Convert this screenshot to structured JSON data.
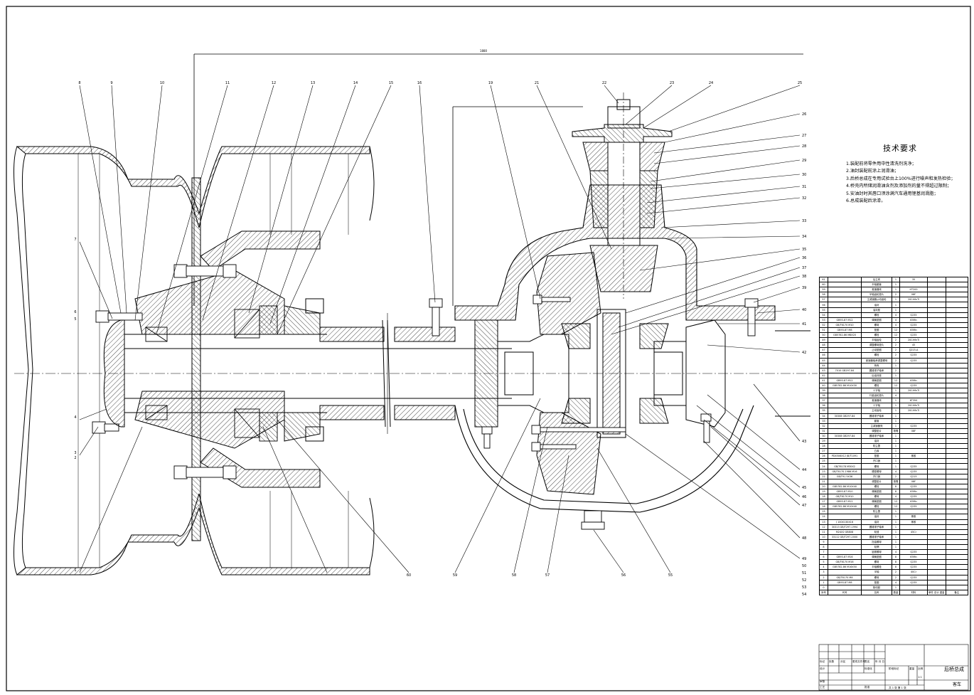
{
  "title_block": {
    "drawing_name": "后桥总成",
    "company": "客车",
    "header_fields": [
      "标记",
      "处数",
      "分区",
      "更改文件号",
      "签名",
      "年 月 日"
    ],
    "row_labels": [
      "设计",
      "审核",
      "工艺"
    ],
    "mid_labels": [
      "标准化",
      "批准"
    ],
    "stage_labels": [
      "阶段标记",
      "重量",
      "比例"
    ],
    "scale": "1:1",
    "sheets": "共 1 张  第 1 张"
  },
  "tech_requirements": {
    "title": "技术要求",
    "items": [
      "1.装配前将零件用中性清洗剂洗净；",
      "2.油封装配前涂上润滑油；",
      "3.后桥总成在专用试验台上100%进行噪声和发热检验；",
      "4.桥壳内所储润滑油含剂及添加剂的量不得超过限制；",
      "5.安油封时其唇口须涂满汽车通用锂基润滑脂；",
      "6.总成装配后涂漆。"
    ]
  },
  "bom": {
    "header": [
      "序号",
      "代号",
      "名称",
      "数量",
      "材料",
      "单件 总计 重量",
      "备注"
    ],
    "rows": [
      [
        "61",
        "",
        "后主壳",
        "1",
        "35",
        ""
      ],
      [
        "60",
        "",
        "半轴套管",
        "1",
        "",
        ""
      ],
      [
        "59",
        "",
        "差速器壳",
        "1",
        "HT200",
        ""
      ],
      [
        "58",
        "",
        "半轴齿轮垫片",
        "2",
        "08F",
        ""
      ],
      [
        "57",
        "",
        "主减速器从动齿轮",
        "1",
        "20CrMnTi",
        ""
      ],
      [
        "56",
        "",
        "油封",
        "1",
        "",
        ""
      ],
      [
        "55",
        "",
        "油封座",
        "1",
        "",
        ""
      ],
      [
        "54",
        "",
        "螺栓",
        "4",
        "Q235",
        ""
      ],
      [
        "53",
        "GB93-87 M12",
        "弹簧垫圈",
        "4",
        "65Mn",
        ""
      ],
      [
        "52",
        "GB/T6170 M10",
        "螺母",
        "4",
        "Q235",
        ""
      ],
      [
        "51",
        "GB93-87 M8",
        "垫圈",
        "12",
        "65Mn",
        ""
      ],
      [
        "50",
        "GB5782-86 M8X20",
        "螺栓",
        "12",
        "Q235",
        ""
      ],
      [
        "49",
        "",
        "半轴齿轮",
        "2",
        "20CrMnTi",
        ""
      ],
      [
        "48",
        "",
        "调整螺母垫片",
        "2",
        "45",
        ""
      ],
      [
        "47",
        "",
        "止动垫圈",
        "2",
        "Q215-A",
        ""
      ],
      [
        "46",
        "",
        "螺栓",
        "2",
        "Q235",
        ""
      ],
      [
        "45",
        "",
        "差速器轴承调整螺母",
        "2",
        "Q235",
        ""
      ],
      [
        "44",
        "",
        "桥壳",
        "1",
        "",
        ""
      ],
      [
        "43",
        "7010 GB297-84",
        "圆锥滚子轴承",
        "2",
        "",
        ""
      ],
      [
        "42",
        "",
        "后油封座",
        "1",
        "",
        ""
      ],
      [
        "41",
        "GB93-87 M12",
        "弹簧垫圈",
        "12",
        "65Mn",
        ""
      ],
      [
        "40",
        "GB5782-86 M10X30",
        "螺栓",
        "12",
        "Q235",
        ""
      ],
      [
        "39",
        "",
        "十字轴",
        "1",
        "20CrMnTi",
        ""
      ],
      [
        "38",
        "",
        "行星齿轮垫片",
        "4",
        "",
        ""
      ],
      [
        "37",
        "",
        "差速器壳",
        "1",
        "KT350",
        ""
      ],
      [
        "36",
        "",
        "十字轴",
        "1",
        "20CrMnTi",
        ""
      ],
      [
        "35",
        "",
        "主动齿轮",
        "1",
        "20CrMnTi",
        ""
      ],
      [
        "34",
        "30308 GB297-84",
        "圆锥滚子轴承",
        "1",
        "",
        ""
      ],
      [
        "33",
        "",
        "套管",
        "1",
        "",
        ""
      ],
      [
        "32",
        "",
        "主减速器壳",
        "1",
        "Q235",
        ""
      ],
      [
        "31",
        "",
        "调整垫片",
        "按需",
        "08F",
        ""
      ],
      [
        "30",
        "30308 GB297-84",
        "圆锥滚子轴承",
        "1",
        "",
        ""
      ],
      [
        "29",
        "",
        "油封",
        "1",
        "",
        ""
      ],
      [
        "28",
        "",
        "防尘罩",
        "1",
        "",
        ""
      ],
      [
        "27",
        "",
        "凸缘",
        "1",
        "",
        ""
      ],
      [
        "26",
        "PD45X6X12 JB/T1091",
        "垫圈",
        "1",
        "橡胶",
        ""
      ],
      [
        "25",
        "",
        "开口销",
        "1",
        "",
        ""
      ],
      [
        "24",
        "GB/T6178 M30X2",
        "螺母",
        "1",
        "Q235",
        ""
      ],
      [
        "23",
        "GB/T6170-1986 M16",
        "槽型螺母",
        "4",
        "Q235",
        ""
      ],
      [
        "22",
        "GB/T91 5X36",
        "开口销",
        "2",
        "Q215",
        ""
      ],
      [
        "21",
        "",
        "调整垫片",
        "按需",
        "08F",
        ""
      ],
      [
        "20",
        "GB5782-86 M10X40",
        "螺栓",
        "8",
        "Q235",
        ""
      ],
      [
        "19",
        "GB93-87 M10",
        "弹簧垫圈",
        "8",
        "65Mn",
        ""
      ],
      [
        "18",
        "GB/T6170 M10",
        "螺母",
        "4",
        "Q235",
        ""
      ],
      [
        "17",
        "GB93-87 M12",
        "弹簧垫圈",
        "12",
        "65Mn",
        ""
      ],
      [
        "16",
        "GB5782-86 M10X40",
        "螺栓",
        "12",
        "Q235",
        ""
      ],
      [
        "15",
        "",
        "防尘罩",
        "1",
        "",
        ""
      ],
      [
        "14",
        "",
        "油封",
        "1",
        "橡胶",
        ""
      ],
      [
        "13",
        "J 100X130X16",
        "油封",
        "1",
        "橡胶",
        ""
      ],
      [
        "12",
        "30313 GB/T297-1994",
        "圆锥滚子轴承",
        "1",
        "",
        ""
      ],
      [
        "11",
        "M24X2 GB808",
        "轮毂",
        "1",
        "45Cr",
        ""
      ],
      [
        "10",
        "33112 GB/T297-2000",
        "圆锥滚子轴承",
        "1",
        "",
        ""
      ],
      [
        "9",
        "",
        "挡油螺母",
        "1",
        "",
        ""
      ],
      [
        "8",
        "",
        "轮辋",
        "1",
        "",
        ""
      ],
      [
        "7",
        "",
        "锁紧螺母",
        "4",
        "Q235",
        ""
      ],
      [
        "6",
        "GB93-87 M16",
        "弹簧垫圈",
        "8",
        "65Mn",
        ""
      ],
      [
        "5",
        "GB/T6170 M16",
        "螺母",
        "8",
        "Q235",
        ""
      ],
      [
        "4",
        "GB5782-86 M16X50",
        "半轴螺栓",
        "8",
        "Q235",
        ""
      ],
      [
        "3",
        "",
        "半轴",
        "2",
        "40Cr",
        ""
      ],
      [
        "2",
        "GB/T6170 M8",
        "螺母",
        "2",
        "Q235",
        ""
      ],
      [
        "1",
        "GB93-87 M8",
        "垫圈",
        "4",
        "Q235",
        ""
      ],
      [
        "0",
        "",
        "制动鼓",
        "1",
        "",
        ""
      ]
    ]
  },
  "balloons": {
    "top_left": [
      "8",
      "9",
      "10",
      "11",
      "12",
      "13",
      "14",
      "15",
      "16"
    ],
    "top_right": [
      "19",
      "21",
      "22",
      "23",
      "24",
      "25"
    ],
    "right_col": [
      "26",
      "27",
      "28",
      "29",
      "30",
      "31",
      "32",
      "33",
      "34",
      "35",
      "36",
      "37",
      "38",
      "39",
      "40",
      "41",
      "42",
      "43",
      "44",
      "45",
      "46",
      "47",
      "48",
      "49",
      "50",
      "51",
      "52",
      "53",
      "54"
    ],
    "bottom": [
      "60",
      "59",
      "58",
      "57",
      "56",
      "55"
    ],
    "left": [
      "7",
      "6",
      "5",
      "4",
      "3",
      "2",
      "1"
    ]
  },
  "dimension_text": "1880"
}
